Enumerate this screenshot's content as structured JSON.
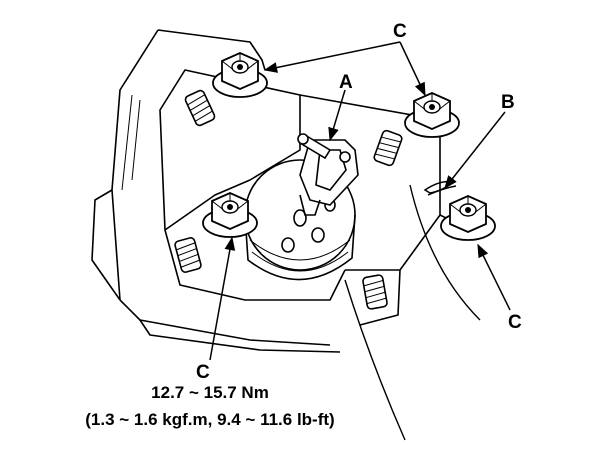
{
  "labels": {
    "callout_c_top": "C",
    "callout_a": "A",
    "callout_b": "B",
    "callout_c_right": "C",
    "callout_c_left": "C"
  },
  "torque": {
    "nm": "12.7 ~ 15.7 Nm",
    "alt": "(1.3 ~ 1.6 kgf.m, 9.4 ~ 11.6 lb-ft)"
  }
}
